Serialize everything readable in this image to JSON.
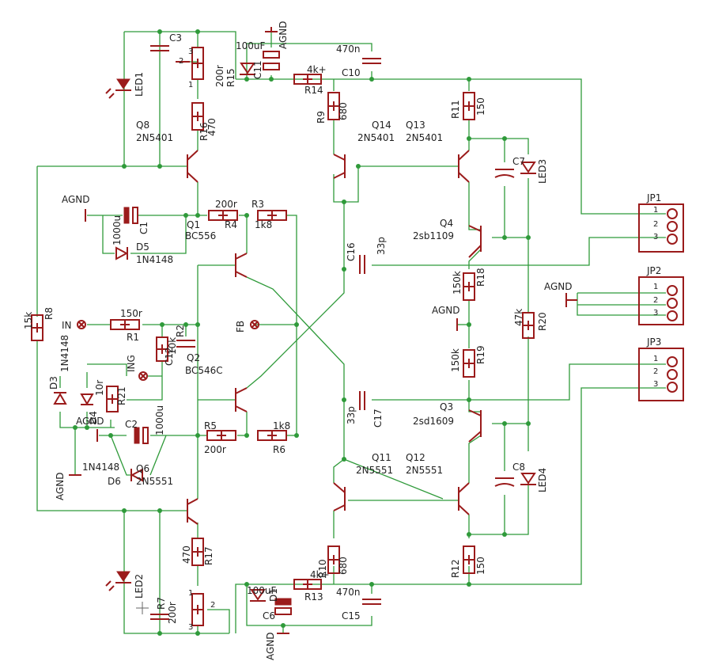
{
  "labels": {
    "agnd": "AGND",
    "c3": "C3",
    "c11": "C11",
    "c11_value": "100uF",
    "c10": "C10",
    "c10_value": "470n",
    "r14": "R14",
    "r14_value": "4k+",
    "r15": "R15",
    "r15_value": "200r",
    "led1": "LED1",
    "r16": "R16",
    "r16_value": "470",
    "q8": "Q8",
    "q8_type": "2N5401",
    "r9": "R9",
    "r9_value": "680",
    "q14": "Q14",
    "q14_type": "2N5401",
    "q13": "Q13",
    "q13_type": "2N5401",
    "r11": "R11",
    "r11_value": "150",
    "c7": "C7",
    "led3": "LED3",
    "c1": "C1",
    "c1_value": "1000u",
    "r4": "R4",
    "r4_value": "200r",
    "r3": "R3",
    "r3_value": "1k8",
    "q1": "Q1",
    "q1_type": "BC556",
    "d5": "D5",
    "d5_type": "1N4148",
    "c16": "C16",
    "c16_value": "33p",
    "q4": "Q4",
    "q4_type": "2sb1109",
    "jp1": "JP1",
    "jp2": "JP2",
    "jp3": "JP3",
    "r18": "R18",
    "r18_value": "150k",
    "r20": "R20",
    "r20_value": "47k",
    "r8": "R8",
    "r8_value": "15k",
    "in": "IN",
    "r1": "R1",
    "r1_value": "150r",
    "r2": "R2",
    "r2_value": "10k",
    "c12": "C12",
    "q2": "Q2",
    "q2_type": "BC546C",
    "fb": "FB",
    "ing": "ING",
    "d3": "D3",
    "d3_type": "1N4148",
    "d4": "D4",
    "d4_type": "1N4148",
    "r21": "R21",
    "r21_value": "10r",
    "c2": "C2",
    "c2_value": "1000u",
    "c17": "C17",
    "c17_value": "33p",
    "r19": "R19",
    "r19_value": "150k",
    "q3": "Q3",
    "q3_type": "2sd1609",
    "r5": "R5",
    "r5_value": "200r",
    "r6": "R6",
    "r6_value": "1k8",
    "q6": "Q6",
    "q6_type": "2N5551",
    "d6": "D6",
    "q11": "Q11",
    "q11_type": "2N5551",
    "q12": "Q12",
    "q12_type": "2N5551",
    "c8": "C8",
    "led4": "LED4",
    "led2": "LED2",
    "r17": "R17",
    "r17_value": "470",
    "r7": "R7",
    "r7_value": "200r",
    "r10": "R10",
    "r10_value": "680",
    "r13": "R13",
    "r13_value": "4k+",
    "c15": "C15",
    "c15_value": "470n",
    "c6": "C6",
    "c6_value": "100uF",
    "d1": "D1",
    "r12": "R12",
    "r12_value": "150"
  },
  "connectors": {
    "pins": [
      "1",
      "2",
      "3"
    ]
  },
  "trimmers": {
    "r15_pin_1": "1",
    "r15_pin_2": "2",
    "r15_pin_3": "3",
    "r7_pin_1": "1",
    "r7_pin_2": "2",
    "r7_pin_3": "3"
  },
  "colors": {
    "wire": "#2f9a3a",
    "part": "#9b1b1b",
    "text": "#222222",
    "background": "#ffffff"
  }
}
